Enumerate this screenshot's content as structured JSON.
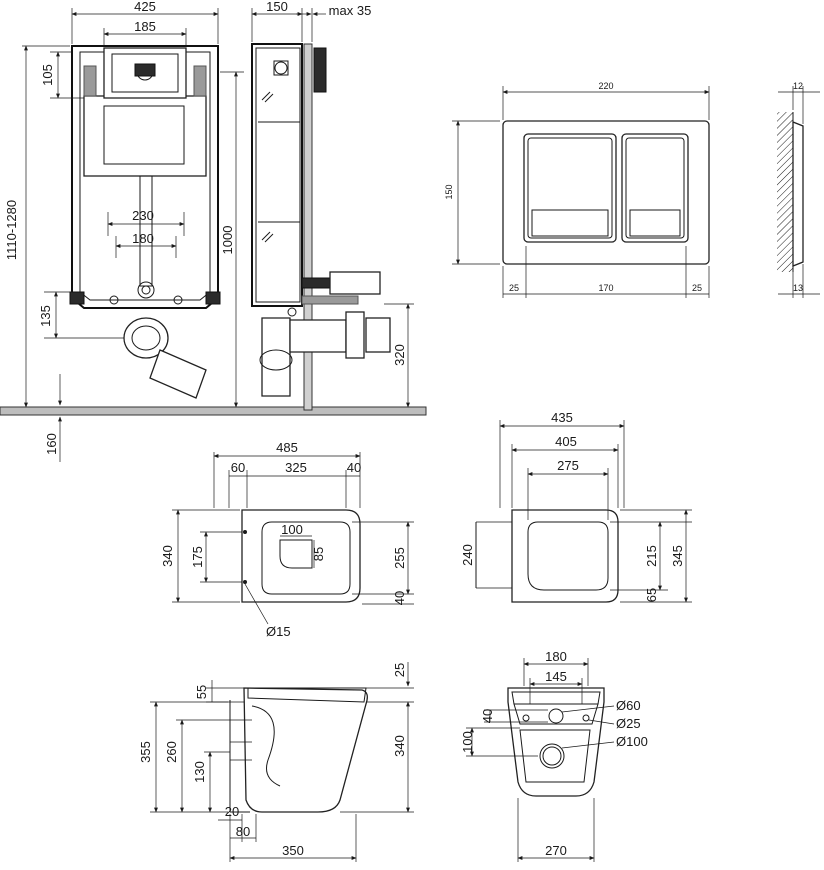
{
  "views": {
    "frame_front": {
      "width": "425",
      "cistern_width": "185",
      "top_height": "105",
      "total_height": "1110-1280",
      "frame_height": "1000",
      "pipe_distance_outer": "230",
      "pipe_distance_inner": "180",
      "outlet_height": "135",
      "floor_depth": "160"
    },
    "frame_side": {
      "depth": "150",
      "max_offset": "max 35",
      "outlet_height": "320"
    },
    "flush_plate_front": {
      "width": "220",
      "height": "150",
      "left_margin": "25",
      "center_width": "170",
      "right_margin": "25"
    },
    "flush_plate_side": {
      "depth_top": "12",
      "depth_bottom": "13"
    },
    "bowl_top": {
      "length": "485",
      "rear": "60",
      "middle": "325",
      "front": "40",
      "width": "340",
      "mount_spacing": "175",
      "inner_width": "255",
      "front_offset": "40",
      "opening_width": "100",
      "opening_depth": "85",
      "hole_diameter": "Ø15"
    },
    "seat_top": {
      "length": "435",
      "inner_length": "405",
      "opening_length": "275",
      "width": "240",
      "inner_width": "215",
      "outer_width": "345",
      "front_offset": "65"
    },
    "bowl_side": {
      "rim_thickness": "25",
      "top_offset": "55",
      "height": "355",
      "outlet_height": "260",
      "inlet_height": "130",
      "wall_gap": "20",
      "outlet_depth": "80",
      "depth": "350",
      "total_height": "340"
    },
    "bowl_rear": {
      "bolt_spacing_outer": "180",
      "bolt_spacing_inner": "145",
      "inlet_diameter": "Ø60",
      "bolt_diameter": "Ø25",
      "outlet_diameter": "Ø100",
      "inlet_offset": "40",
      "outlet_offset": "100",
      "width": "270"
    }
  },
  "colors": {
    "line": "#1a1a1a",
    "fill_dark": "#2b2b2b",
    "fill_grey": "#9a9a9a",
    "background": "#ffffff"
  }
}
